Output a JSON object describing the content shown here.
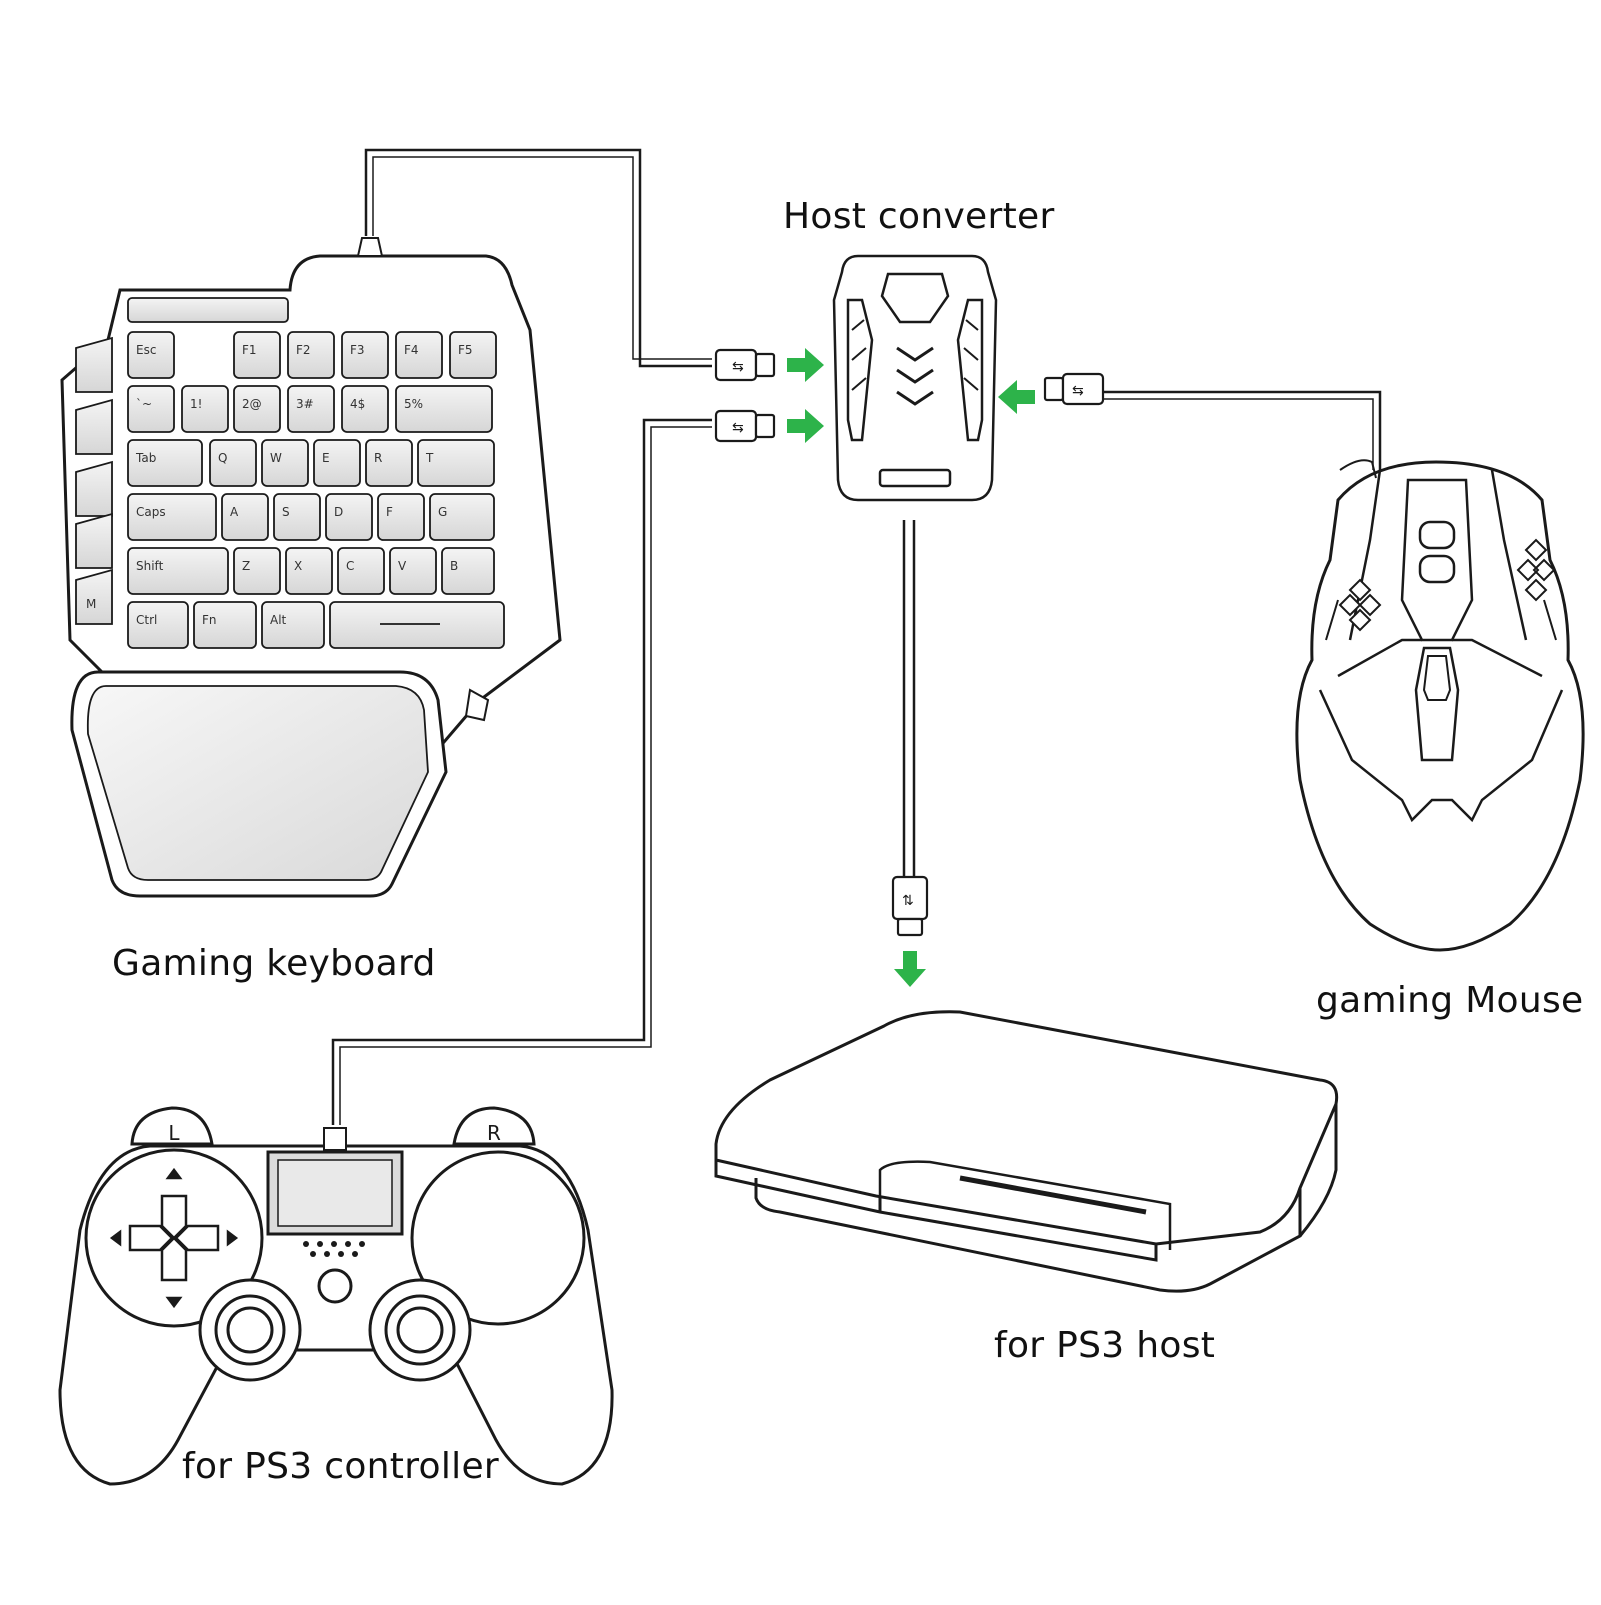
{
  "labels": {
    "host_converter": "Host converter",
    "gaming_keyboard": "Gaming keyboard",
    "gaming_mouse": "gaming Mouse",
    "ps3_host": "for PS3 host",
    "ps3_controller": "for PS3 controller"
  },
  "keyboard_keys": {
    "row1": [
      "Esc",
      "F1",
      "F2",
      "F3",
      "F4",
      "F5"
    ],
    "row2": [
      "`~",
      "1!",
      "2@",
      "3#",
      "4$",
      "5%"
    ],
    "row3": [
      "Tab",
      "Q",
      "W",
      "E",
      "R",
      "T"
    ],
    "row4": [
      "Caps",
      "A",
      "S",
      "D",
      "F",
      "G"
    ],
    "row5": [
      "Shift",
      "Z",
      "X",
      "C",
      "V",
      "B"
    ],
    "row6": [
      "Ctrl",
      "Fn",
      "Alt",
      ""
    ],
    "side": [
      "",
      "",
      "",
      "",
      "M"
    ]
  },
  "controller_buttons": {
    "left_bumper": "L",
    "right_bumper": "R"
  },
  "colors": {
    "line": "#1a1a1a",
    "arrow": "#2db34a",
    "key_fill": "#e4e4e4",
    "pad_fill": "#e8e8e8"
  },
  "icons": [
    "usb-b-connector-icon",
    "usb-a-connector-icon",
    "green-arrow-icon"
  ]
}
